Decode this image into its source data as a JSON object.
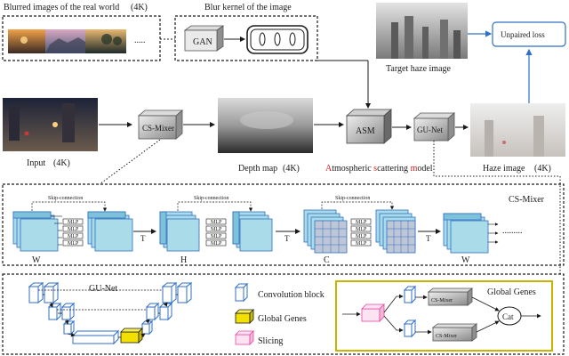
{
  "top": {
    "blurred_label": "Blurred images of the real world",
    "blurred_res": "(4K)",
    "kernel_label": "Blur kernel of the image",
    "gan": "GAN",
    "target_label": "Target haze image",
    "unpaired": "Unpaired loss"
  },
  "mid": {
    "input_label": "Input",
    "input_res": "(4K)",
    "csmixer": "CS-Mixer",
    "depth_label": "Depth map",
    "depth_res": "(4K)",
    "asm": "ASM",
    "asm_caption": {
      "A": "A",
      "tmosph": "tmospheric ",
      "s": "s",
      "cattering": "cattering ",
      "m": "m",
      "odel": "odel"
    },
    "gunet": "GU-Net",
    "haze_label": "Haze image",
    "haze_res": "(4K)"
  },
  "csmixer_panel": {
    "title": "CS-Mixer",
    "skip": "Skip-connection",
    "mlp": "MLP",
    "transpose": "T",
    "dims": [
      "W",
      "H",
      "C",
      "W"
    ]
  },
  "gunet_panel": {
    "title": "GU-Net",
    "legend": [
      "Convolution block",
      "Global Genes",
      "Slicing"
    ],
    "global_genes_title": "Global Genes",
    "gg_csmixer": "CS-Mixer",
    "cat": "Cat"
  },
  "colors": {
    "blue": "#2f6fc4",
    "cyan": "#a9dbe9",
    "yellow": "#f1e000",
    "pink": "#e44aa4",
    "gray": "#9a9a9a",
    "panel_border": "#c9b200"
  }
}
